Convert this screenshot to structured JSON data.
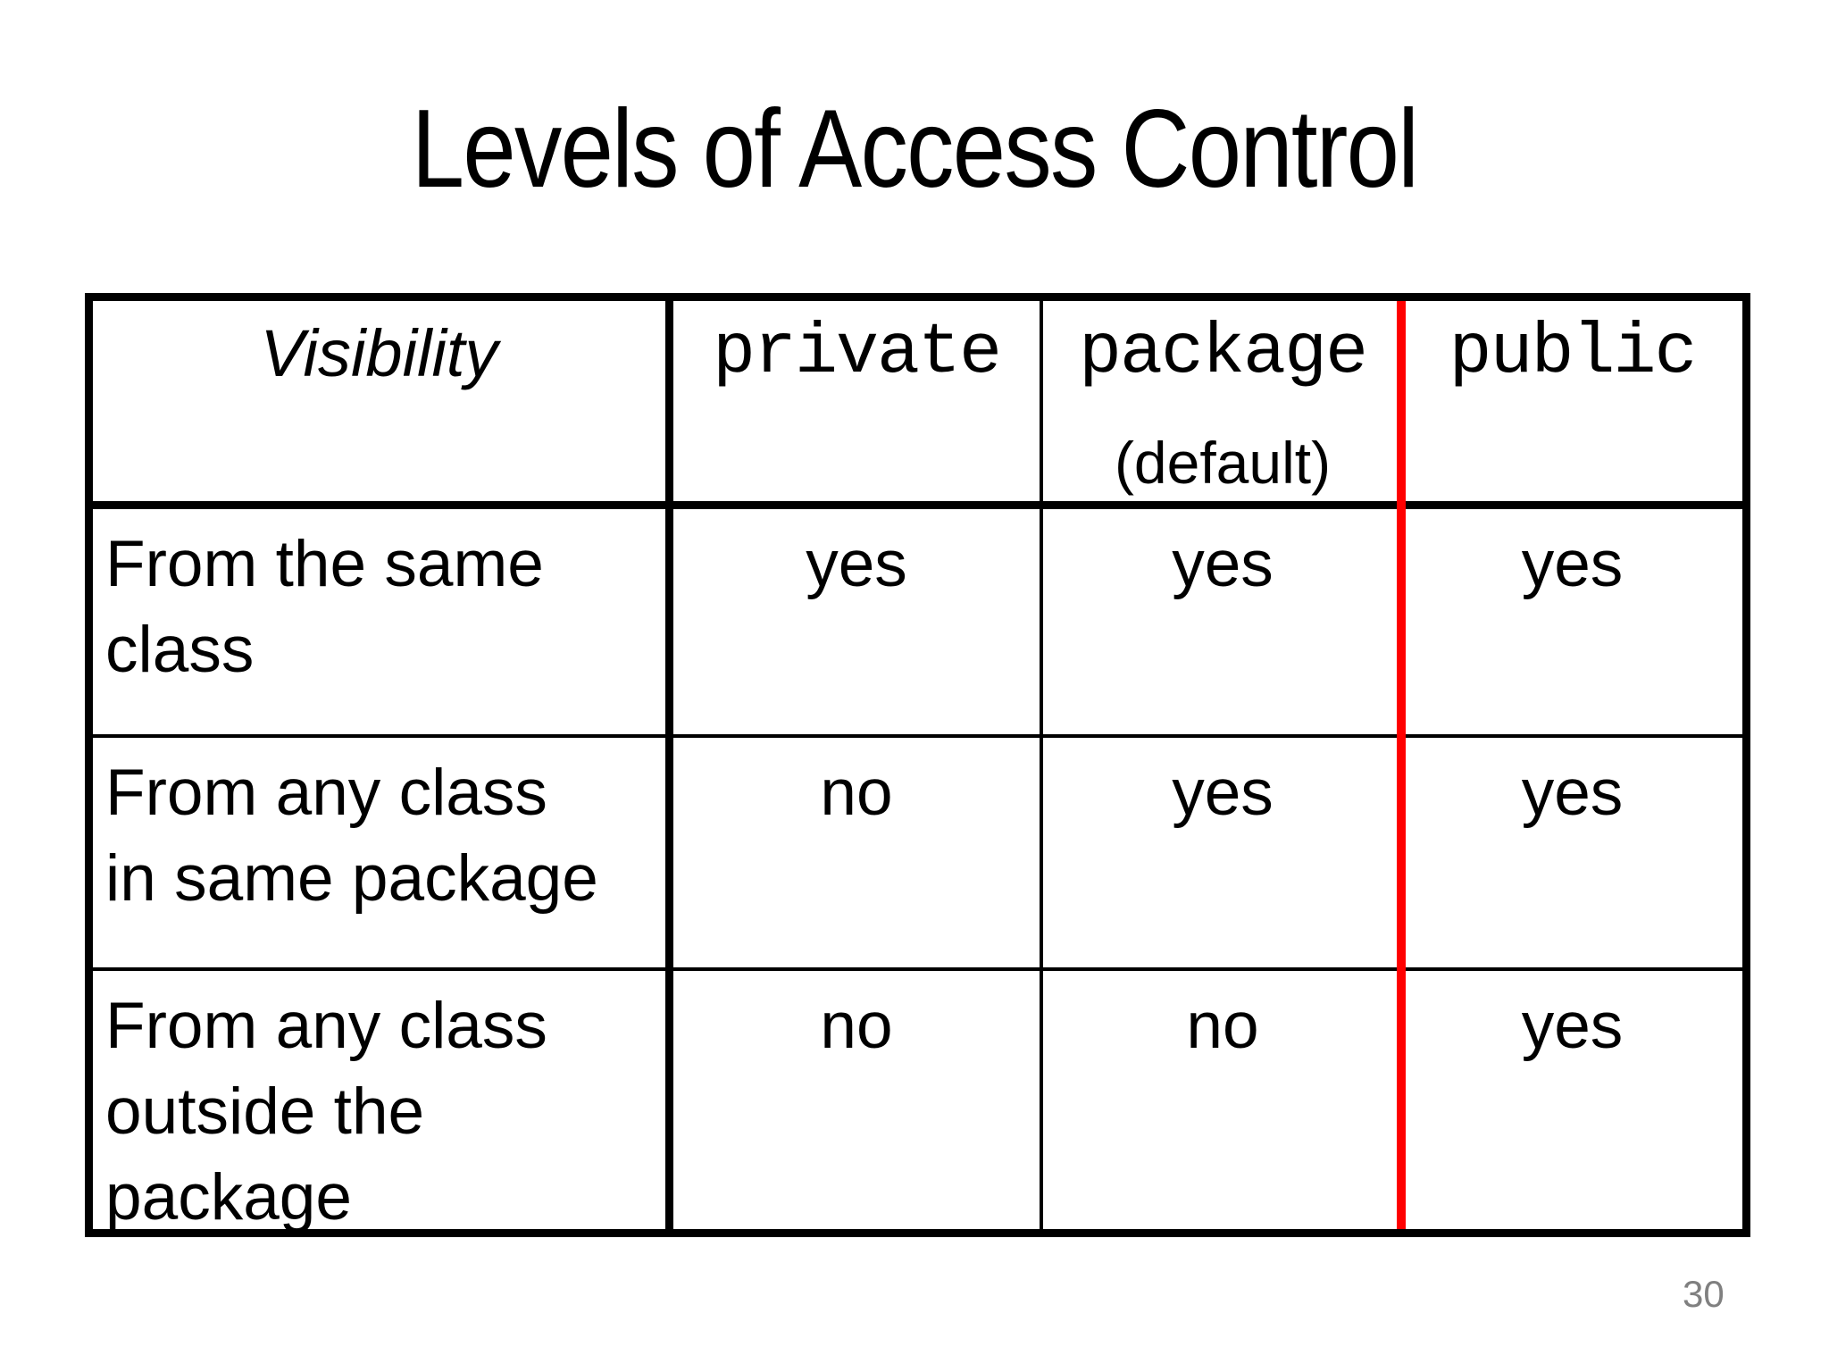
{
  "slide": {
    "title": "Levels of Access Control",
    "page_number": "30"
  },
  "table": {
    "header": {
      "visibility": "Visibility",
      "columns": [
        {
          "label": "private",
          "sublabel": ""
        },
        {
          "label": "package",
          "sublabel": "(default)"
        },
        {
          "label": "public",
          "sublabel": ""
        }
      ]
    },
    "rows": [
      {
        "lines": [
          "From the same",
          "class"
        ],
        "cells": [
          "yes",
          "yes",
          "yes"
        ]
      },
      {
        "lines": [
          "From any class",
          "in same package"
        ],
        "cells": [
          "no",
          "yes",
          "yes"
        ]
      },
      {
        "lines": [
          "From any class",
          "outside the",
          "package"
        ],
        "cells": [
          "no",
          "no",
          "yes"
        ]
      }
    ]
  },
  "colors": {
    "red_divider": "#ff0000",
    "table_border": "#000000",
    "page_number_gray": "#808080"
  }
}
